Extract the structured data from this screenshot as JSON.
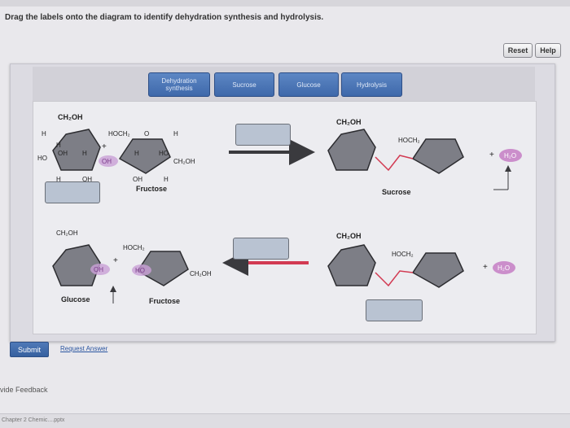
{
  "instruction": "Drag the labels onto the diagram to identify dehydration synthesis and hydrolysis.",
  "toolbar": {
    "reset_label": "Reset",
    "help_label": "Help"
  },
  "label_bank": [
    "Dehydration synthesis",
    "Sucrose",
    "Glucose",
    "Hydrolysis"
  ],
  "diagram": {
    "top": {
      "left_ring": {
        "group_ch2oh": "CH₂OH",
        "h1": "H",
        "h2": "H",
        "h3": "H",
        "oh1": "OH",
        "h4": "H",
        "ho": "HO",
        "h5": "H",
        "oh2": "OH"
      },
      "right_ring": {
        "hoch2": "HOCH₂",
        "o": "O",
        "h1": "H",
        "h2": "H",
        "ho": "HO",
        "ch2oh": "CH₂OH",
        "oh": "OH",
        "h3": "H",
        "name": "Fructose"
      },
      "plus": "+",
      "product": {
        "ch2oh": "CH₂OH",
        "hoch2": "HOCH₂",
        "name": "Sucrose",
        "water": "H₂O",
        "plus": "+"
      }
    },
    "bottom": {
      "left_ring": {
        "group_ch2oh": "CH₂OH",
        "name": "Glucose"
      },
      "right_ring": {
        "hoch2": "HOCH₂",
        "ch2oh": "CH₂OH",
        "name": "Fructose"
      },
      "plus": "+",
      "product": {
        "ch2oh": "CH₂OH",
        "hoch2": "HOCH₂",
        "water": "H₂O",
        "plus": "+"
      }
    },
    "highlight_oh": "OH",
    "highlight_ho": "HO"
  },
  "submit_label": "Submit",
  "request_answer": "Request Answer",
  "feedback_label": "vide Feedback",
  "download_label": "Chapter 2 Chemic....pptx",
  "colors": {
    "chip": "#4a74b6",
    "dropzone": "#b9c3d2",
    "ring_fill": "#7d7e86",
    "bond_red": "#d23a52",
    "water_fill": "#c06fbf"
  }
}
